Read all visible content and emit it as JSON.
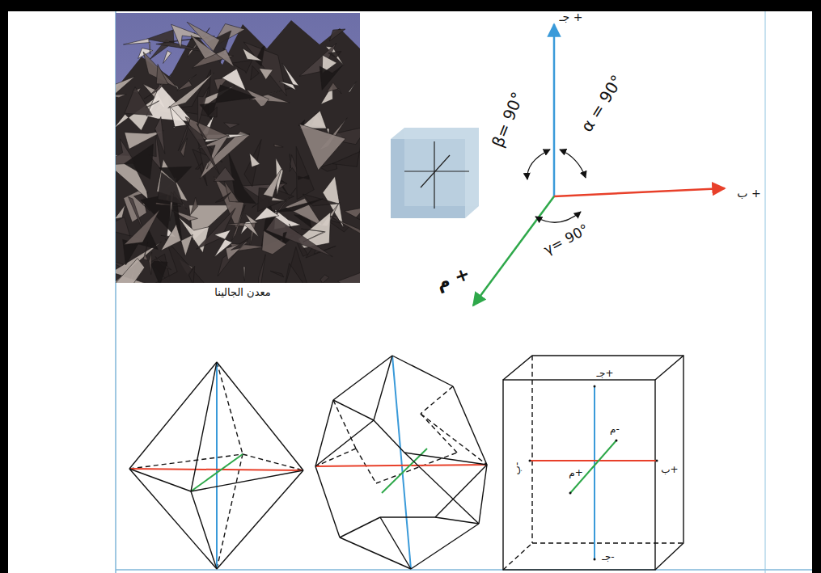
{
  "diagram": {
    "labels": [
      "معدن الجالينا",
      "جـ +",
      "ب +",
      "م +",
      "β= 90°",
      "α = 90°",
      "γ= 90°",
      "جـ+",
      "م-",
      "ب+",
      "ب-",
      "م+",
      "جـ-"
    ]
  }
}
